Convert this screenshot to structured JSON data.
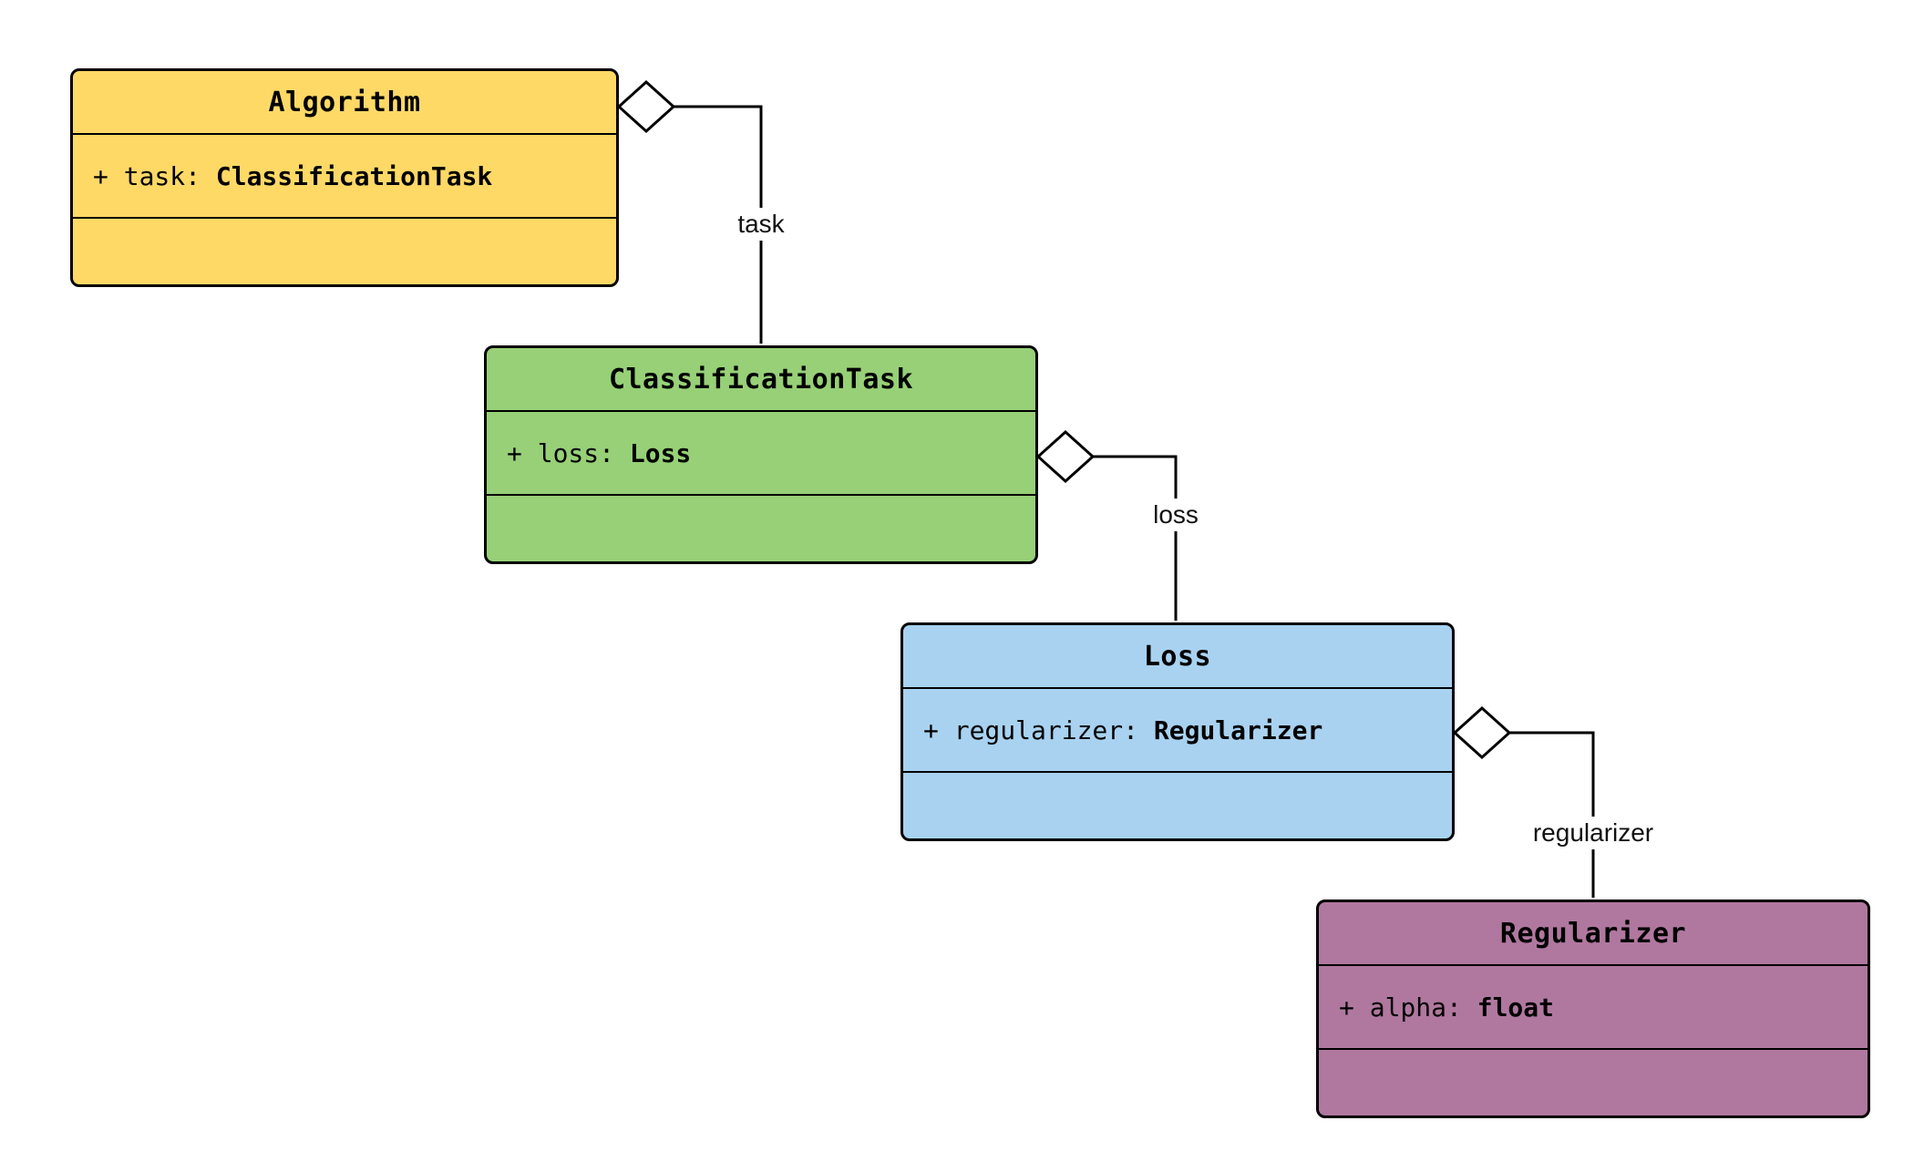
{
  "diagram": {
    "type": "uml-class-diagram",
    "classes": [
      {
        "name": "Algorithm",
        "attribute": {
          "prefix": "+ task: ",
          "type": "ClassificationTask"
        },
        "fill": "#FFD966",
        "border": "#000000"
      },
      {
        "name": "ClassificationTask",
        "attribute": {
          "prefix": "+ loss: ",
          "type": "Loss"
        },
        "fill": "#97D077",
        "border": "#000000"
      },
      {
        "name": "Loss",
        "attribute": {
          "prefix": "+ regularizer: ",
          "type": "Regularizer"
        },
        "fill": "#A8D2F0",
        "border": "#000000"
      },
      {
        "name": "Regularizer",
        "attribute": {
          "prefix": "+ alpha: ",
          "type": "float"
        },
        "fill": "#B0789F",
        "border": "#000000"
      }
    ],
    "edges": [
      {
        "from": "Algorithm",
        "to": "ClassificationTask",
        "kind": "aggregation",
        "label": "task"
      },
      {
        "from": "ClassificationTask",
        "to": "Loss",
        "kind": "aggregation",
        "label": "loss"
      },
      {
        "from": "Loss",
        "to": "Regularizer",
        "kind": "aggregation",
        "label": "regularizer"
      }
    ]
  }
}
